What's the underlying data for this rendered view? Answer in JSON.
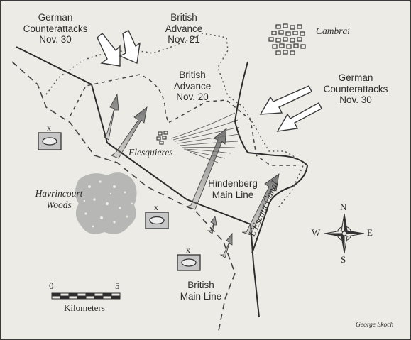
{
  "labels": {
    "german_nw": [
      "German",
      "Counterattacks",
      "Nov. 30"
    ],
    "british_nov21": [
      "British",
      "Advance",
      "Nov. 21"
    ],
    "british_nov20": [
      "British",
      "Advance",
      "Nov. 20"
    ],
    "german_ne": [
      "German",
      "Counterattacks",
      "Nov. 30"
    ],
    "cambrai": "Cambrai",
    "flesquieres": "Flesquieres",
    "havrincourt": [
      "Havrincourt",
      "Woods"
    ],
    "hindenberg": [
      "Hindenberg",
      "Main Line"
    ],
    "british_main": [
      "British",
      "Main Line"
    ],
    "canal": "L'Escaut Canal",
    "credit": "George Skoch"
  },
  "scale_bar": {
    "start": "0",
    "end": "5",
    "unit": "Kilometers"
  },
  "compass": {
    "n": "N",
    "s": "S",
    "e": "E",
    "w": "W"
  },
  "unit_marker": "x"
}
